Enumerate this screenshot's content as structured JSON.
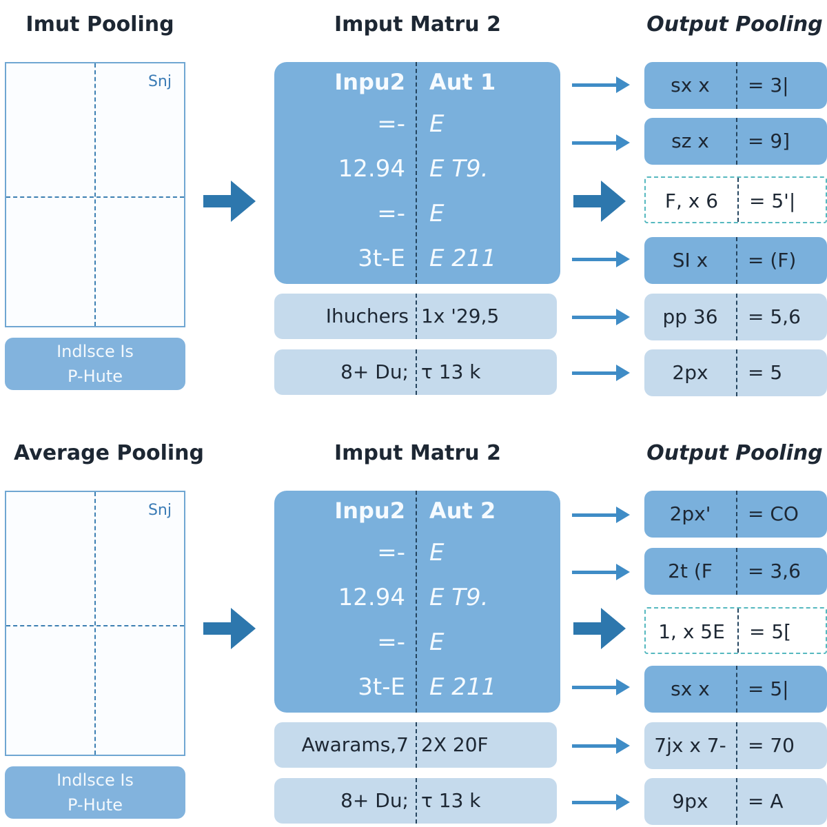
{
  "sections": [
    {
      "left_title": "Imut Pooling",
      "middle_title": "Imput Matru 2",
      "right_title": "Output Pooling",
      "grid_tag": "Snj",
      "caption_line1": "Indlsce Is",
      "caption_line2": "P-Hute",
      "matrix_header": [
        "Inpu2",
        "Aut 1"
      ],
      "matrix_rows": [
        [
          "=-",
          "E"
        ],
        [
          "12.94",
          "E T9."
        ],
        [
          "=-",
          "E"
        ],
        [
          "3t-E",
          "E 211"
        ]
      ],
      "strips": [
        [
          "Ihuchers",
          "1x '29,5"
        ],
        [
          "8+ Du;",
          "τ 13 k"
        ]
      ],
      "outputs": [
        [
          "sx x",
          "= 3|"
        ],
        [
          "sz x",
          "= 9]"
        ],
        [
          "F, x 6",
          "= 5'|"
        ],
        [
          "SI x",
          "= (F)"
        ],
        [
          "pp 36",
          "= 5,6"
        ],
        [
          "2px",
          "= 5"
        ]
      ]
    },
    {
      "left_title": "Average Pooling",
      "middle_title": "Imput Matru 2",
      "right_title": "Output Pooling",
      "grid_tag": "Snj",
      "caption_line1": "Indlsce Is",
      "caption_line2": "P-Hute",
      "matrix_header": [
        "Inpu2",
        "Aut 2"
      ],
      "matrix_rows": [
        [
          "=-",
          "E"
        ],
        [
          "12.94",
          "E T9."
        ],
        [
          "=-",
          "E"
        ],
        [
          "3t-E",
          "E 211"
        ]
      ],
      "strips": [
        [
          "Awarams,7",
          "2X 20F"
        ],
        [
          "8+ Du;",
          "τ 13 k"
        ]
      ],
      "outputs": [
        [
          "2px'",
          "= CO"
        ],
        [
          "2t (F",
          "= 3,6"
        ],
        [
          "1, x 5E",
          "= 5["
        ],
        [
          "sx x",
          "= 5|"
        ],
        [
          "7jx x 7-",
          "= 70"
        ],
        [
          "9px",
          "= A"
        ]
      ]
    }
  ]
}
